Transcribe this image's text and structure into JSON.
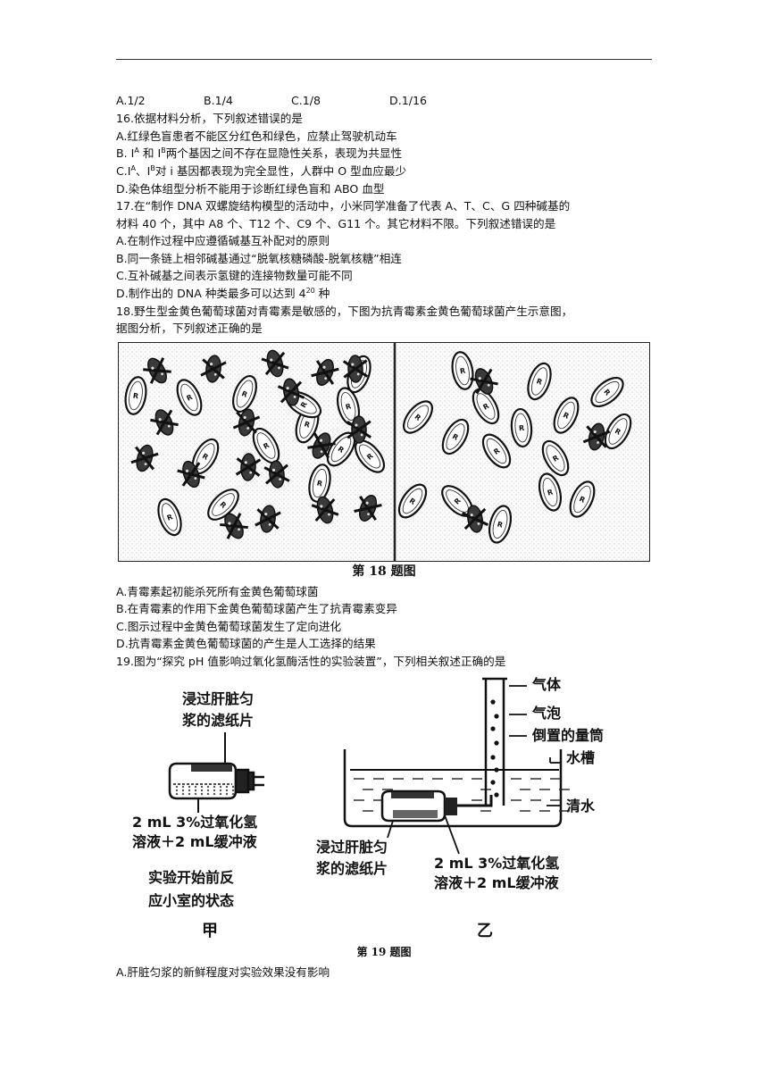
{
  "q15_options": [
    "A.1/2",
    "B.1/4",
    "C.1/8",
    "D.1/16"
  ],
  "q16": {
    "stem": "16.依据材料分析，下列叙述错误的是",
    "a": "A.红绿色盲患者不能区分红色和绿色，应禁止驾驶机动车",
    "b_pre": "B. I",
    "b_sup1": "A",
    "b_mid": " 和 I",
    "b_sup2": "B",
    "b_post": "两个基因之间不存在显隐性关系，表现为共显性",
    "c_pre": "C.I",
    "c_sup1": "A",
    "c_mid": "、I",
    "c_sup2": "B",
    "c_post": "对 i 基因都表现为完全显性，人群中 O 型血应最少",
    "d": "D.染色体组型分析不能用于诊断红绿色盲和 ABO 血型"
  },
  "q17": {
    "stem1": "17.在“制作 DNA 双螺旋结构模型的活动中，小米同学准备了代表 A、T、C、G 四种碱基的",
    "stem2": "材料 40 个，其中 A8 个、T12 个、C9 个、G11 个。其它材料不限。下列叙述错误的是",
    "a": "A.在制作过程中应遵循碱基互补配对的原则",
    "b": "B.同一条链上相邻碱基通过“脱氧核糖磷酸-脱氧核糖”相连",
    "c": "C.互补碱基之间表示氢键的连接物数量可能不同",
    "d_pre": "D.制作出的 DNA 种类最多可以达到 4",
    "d_sup": "20",
    "d_post": " 种"
  },
  "q18": {
    "stem1": "18.野生型金黄色葡萄球菌对青霉素是敏感的，下图为抗青霉素金黄色葡萄球菌产生示意图，",
    "stem2": "据图分析，下列叙述正确的是",
    "caption": "第 18 题图",
    "a": "A.青霉素起初能杀死所有金黄色葡萄球菌",
    "b": "B.在青霉素的作用下金黄色葡萄球菌产生了抗青霉素变异",
    "c": "C.图示过程中金黄色葡萄球菌发生了定向进化",
    "d": "D.抗青霉素金黄色葡萄球菌的产生是人工选择的结果",
    "cell_mark": "R"
  },
  "q19": {
    "stem": "19.图为“探究 pH 值影响过氧化氢酶活性的实验装置”，下列相关叙述正确的是",
    "caption": "第 19 题图",
    "a": "A.肝脏匀浆的新鲜程度对实验效果没有影响",
    "fig": {
      "jia_top1": "浸过肝脏匀",
      "jia_top2": "浆的滤纸片",
      "jia_bottom1": "2 mL 3%过氧化氢",
      "jia_bottom2": "溶液＋2 mL缓冲液",
      "jia_state1": "实验开始前反",
      "jia_state2": "应小室的状态",
      "jia_label": "甲",
      "yi_gas": "气体",
      "yi_bubble": "气泡",
      "yi_cylinder": "倒置的量筒",
      "yi_tank": "水槽",
      "yi_water": "清水",
      "yi_paper1": "浸过肝脏匀",
      "yi_paper2": "浆的滤纸片",
      "yi_sol1": "2 mL 3%过氧化氢",
      "yi_sol2": "溶液＋2 mL缓冲液",
      "yi_label": "乙"
    }
  }
}
